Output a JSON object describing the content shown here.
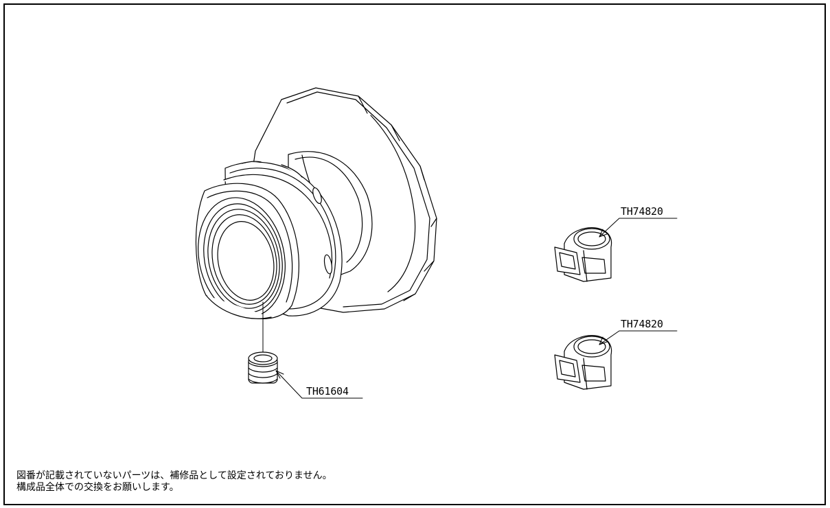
{
  "parts": [
    {
      "part_number": "TH61604"
    },
    {
      "part_number": "TH74820"
    },
    {
      "part_number": "TH74820"
    }
  ],
  "notes": [
    "図番が記載されていないパーツは、補修品として設定されておりません。",
    "構成品全体での交換をお願いします。"
  ],
  "colors": {
    "line": "#000000",
    "background": "#ffffff"
  }
}
